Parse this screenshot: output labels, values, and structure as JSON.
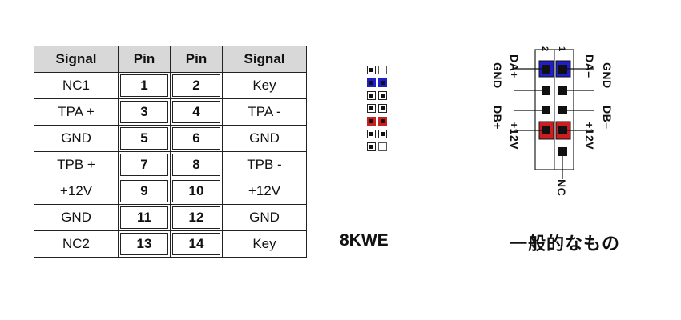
{
  "pin_table": {
    "headers": [
      "Signal",
      "Pin",
      "Pin",
      "Signal"
    ],
    "rows": [
      [
        "NC1",
        "1",
        "2",
        "Key"
      ],
      [
        "TPA +",
        "3",
        "4",
        "TPA -"
      ],
      [
        "GND",
        "5",
        "6",
        "GND"
      ],
      [
        "TPB +",
        "7",
        "8",
        "TPB -"
      ],
      [
        "+12V",
        "9",
        "10",
        "+12V"
      ],
      [
        "GND",
        "11",
        "12",
        "GND"
      ],
      [
        "NC2",
        "13",
        "14",
        "Key"
      ]
    ]
  },
  "kwe_header": {
    "caption": "8KWE",
    "rows": [
      [
        "filled",
        "key"
      ],
      [
        "blue",
        "blue"
      ],
      [
        "filled",
        "filled"
      ],
      [
        "filled",
        "filled"
      ],
      [
        "red",
        "red"
      ],
      [
        "filled",
        "filled"
      ],
      [
        "filled",
        "key"
      ]
    ]
  },
  "generic_header": {
    "caption": "一般的なもの",
    "col_numbers": [
      "2",
      "1"
    ],
    "left_labels": [
      "DA+",
      "GND",
      "DB+",
      "+12V"
    ],
    "right_labels": [
      "DA–",
      "GND",
      "DB–",
      "+12V"
    ],
    "bottom_label": "NC",
    "colors": {
      "da_pair": "#1e1ecc",
      "power_pair": "#cc1e1e"
    }
  }
}
